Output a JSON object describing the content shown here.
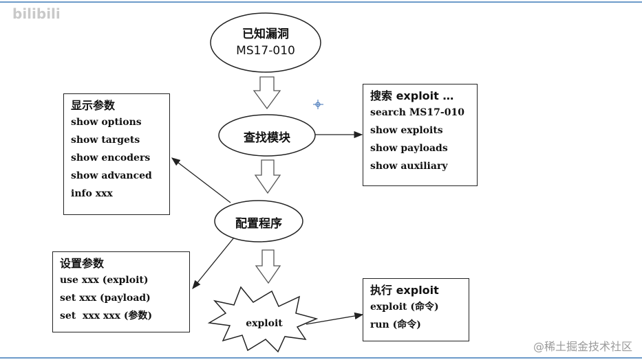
{
  "watermark_top_left": "bilibili",
  "watermark_bottom_right": "@稀土掘金技术社区",
  "nodes": {
    "known_vuln": {
      "line1": "已知漏洞",
      "line2": "MS17-010"
    },
    "find_module": "查找模块",
    "config_program": "配置程序",
    "exploit": "exploit"
  },
  "boxes": {
    "show_params": {
      "title": "显示参数",
      "items": [
        "show options",
        "show targets",
        "show encoders",
        "show advanced",
        "info xxx"
      ]
    },
    "search": {
      "title": "搜索 exploit …",
      "items": [
        "search MS17-010",
        "show exploits",
        "show payloads",
        "show auxiliary"
      ]
    },
    "set_params": {
      "title": "设置参数",
      "items": [
        "use xxx (exploit)",
        "set xxx (payload)",
        "set  xxx xxx (参数)"
      ]
    },
    "execute": {
      "title": "执行 exploit",
      "items": [
        "exploit (命令)",
        "run (命令)"
      ]
    }
  },
  "colors": {
    "stroke": "#222222",
    "frame": "#6b9ac9",
    "crosshair": "#3b6fb6"
  }
}
